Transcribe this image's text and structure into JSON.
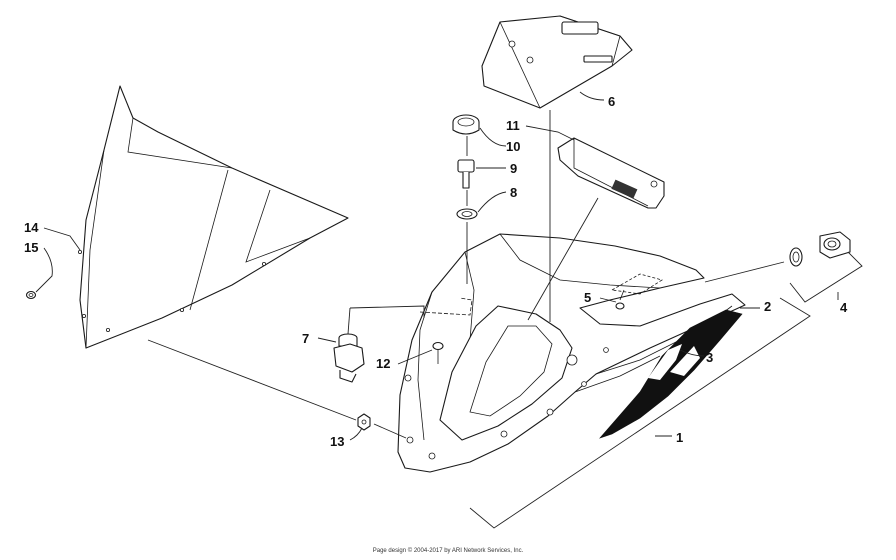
{
  "callouts": [
    {
      "id": "1",
      "label": "1"
    },
    {
      "id": "2",
      "label": "2"
    },
    {
      "id": "3",
      "label": "3"
    },
    {
      "id": "4",
      "label": "4"
    },
    {
      "id": "5",
      "label": "5"
    },
    {
      "id": "6",
      "label": "6"
    },
    {
      "id": "7",
      "label": "7"
    },
    {
      "id": "8",
      "label": "8"
    },
    {
      "id": "9",
      "label": "9"
    },
    {
      "id": "10",
      "label": "10"
    },
    {
      "id": "11",
      "label": "11"
    },
    {
      "id": "12",
      "label": "12"
    },
    {
      "id": "13",
      "label": "13"
    },
    {
      "id": "14",
      "label": "14"
    },
    {
      "id": "15",
      "label": "15"
    }
  ],
  "footer": {
    "copyright": "Page design © 2004-2017 by ARI Network Services, Inc."
  }
}
